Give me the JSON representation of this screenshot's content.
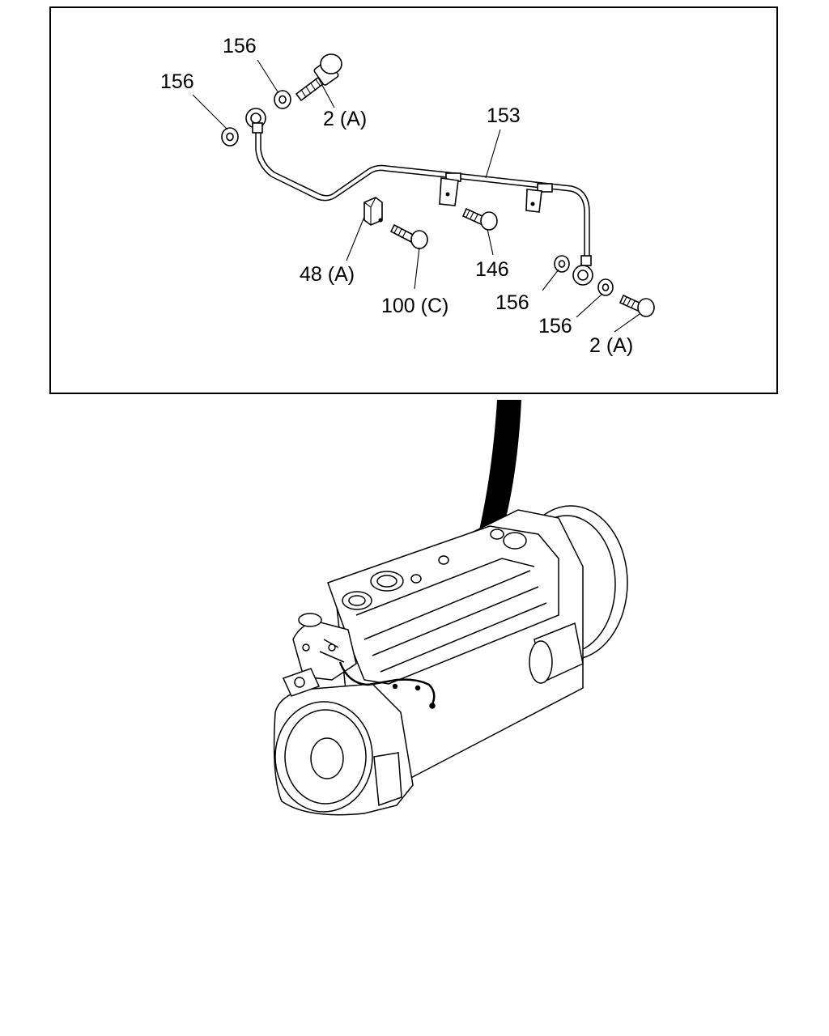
{
  "callouts": [
    {
      "id": "c1",
      "text": "156"
    },
    {
      "id": "c2",
      "text": "156"
    },
    {
      "id": "c3",
      "text": "2 (A)"
    },
    {
      "id": "c4",
      "text": "153"
    },
    {
      "id": "c5",
      "text": "48 (A)"
    },
    {
      "id": "c6",
      "text": "100 (C)"
    },
    {
      "id": "c7",
      "text": "146"
    },
    {
      "id": "c8",
      "text": "156"
    },
    {
      "id": "c9",
      "text": "156"
    },
    {
      "id": "c10",
      "text": "2 (A)"
    }
  ]
}
